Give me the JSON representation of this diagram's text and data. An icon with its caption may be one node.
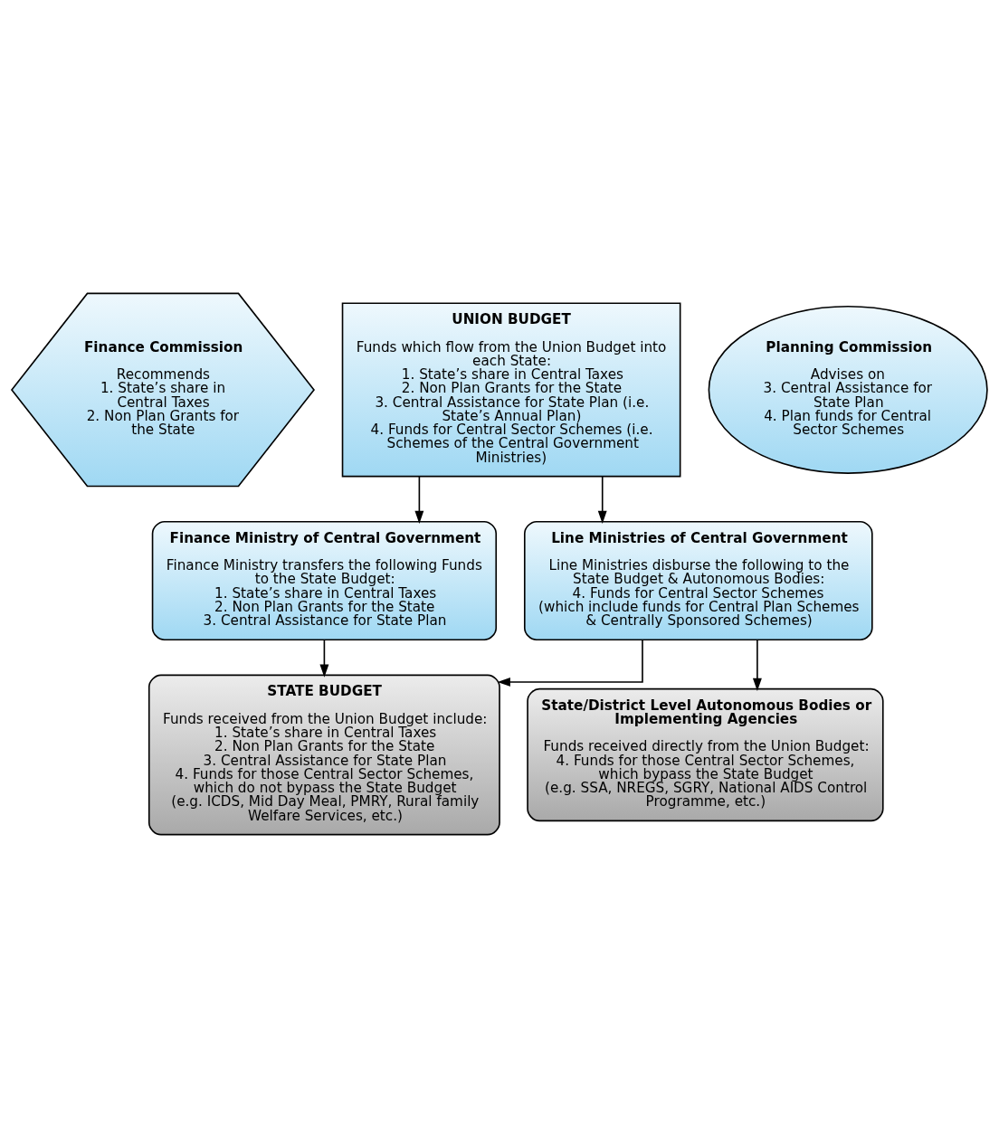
{
  "diagram": {
    "nodes": [
      {
        "text": [
          "Finance Commission",
          "Recommends",
          "1. State’s share in Central Taxes",
          "2. Non Plan Grants for the State"
        ]
      },
      {
        "text": [
          "UNION BUDGET",
          "Funds which flow from the Union Budget into each State:",
          "1. State’s share in Central Taxes",
          "2. Non Plan Grants for the State",
          "3. Central Assistance for State Plan (i.e. State’s Annual Plan)",
          "4. Funds for Central Sector Schemes (i.e. Schemes of the Central Government Ministries)"
        ]
      },
      {
        "text": [
          "Planning Commission",
          "Advises on",
          "3. Central Assistance for State Plan",
          "4. Plan funds for Central Sector Schemes"
        ]
      },
      {
        "text": [
          "Finance Ministry of Central Government",
          "Finance Ministry transfers the following Funds to the State Budget:",
          "1. State’s share in Central Taxes",
          "2. Non Plan Grants for the State",
          "3. Central Assistance for State Plan"
        ]
      },
      {
        "text": [
          "Line Ministries of Central Government",
          "Line Ministries disburse the following to the State Budget & Autonomous Bodies:",
          "4. Funds for Central Sector Schemes",
          "(which include funds for Central Plan Schemes & Centrally Sponsored Schemes)"
        ]
      },
      {
        "text": [
          "STATE BUDGET",
          "Funds received from the Union Budget include:",
          "1. State’s share in Central Taxes",
          "2. Non Plan Grants for the State",
          "3. Central Assistance for State Plan",
          "4. Funds for those Central Sector Schemes, which do not bypass the State Budget",
          "(e.g. ICDS, Mid Day Meal, PMRY, Rural family Welfare Services, etc.)"
        ]
      },
      {
        "text": [
          "State/District Level Autonomous Bodies or Implementing Agencies",
          "Funds received directly from the Union Budget:",
          "4. Funds for those Central Sector Schemes, which bypass the State Budget",
          "(e.g. SSA, NREGS, SGRY, National AIDS Control Programme, etc.)"
        ]
      }
    ],
    "edges": [
      {
        "from": 1,
        "to": 3,
        "arrow": "to"
      },
      {
        "from": 1,
        "to": 4,
        "arrow": "to"
      },
      {
        "from": 3,
        "to": 5,
        "arrow": "to"
      },
      {
        "from": 4,
        "to": 5,
        "arrow": "to"
      },
      {
        "from": 4,
        "to": 6,
        "arrow": "to"
      }
    ]
  }
}
